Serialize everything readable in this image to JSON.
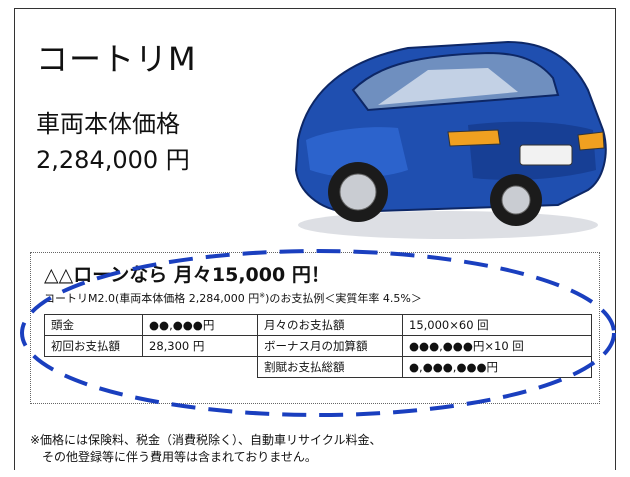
{
  "product": {
    "name": "コートリM",
    "price_label": "車両本体価格",
    "price_value": "2,284,000 円"
  },
  "loan": {
    "headline": "△△ローンなら 月々15,000 円！",
    "sub_main": "コートリM2.0(車両本体価格 2,284,000 円",
    "sub_mark": "※",
    "sub_end": ")のお支払例＜実質年率 4.5%＞",
    "rows": [
      [
        "頭金",
        "●●,●●●円",
        "月々のお支払額",
        "15,000×60 回"
      ],
      [
        "初回お支払額",
        "28,300 円",
        "ボーナス月の加算額",
        "●●●,●●●円×10 回"
      ],
      [
        "",
        "",
        "割賦お支払総額",
        "●,●●●,●●●円"
      ]
    ]
  },
  "note": {
    "line1": "※価格には保険料、税金（消費税除く）、自動車リサイクル料金、",
    "line2": "その他登録等に伴う費用等は含まれておりません。"
  },
  "colors": {
    "car_body": "#1f4fb0",
    "oval_dash": "#1a3fbf",
    "headlight": "#f0a020"
  }
}
